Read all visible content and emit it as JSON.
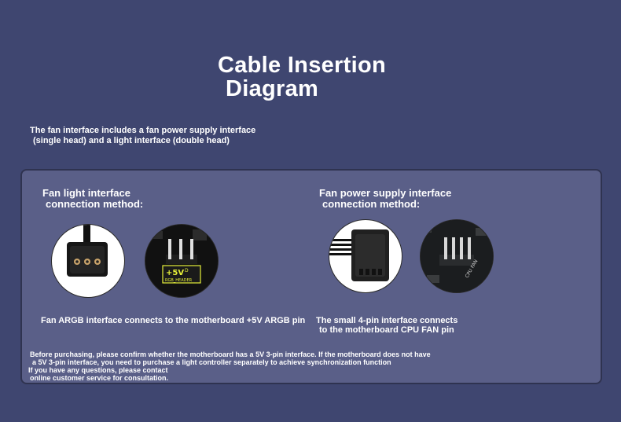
{
  "title": {
    "line1": "Cable Insertion",
    "line2": "Diagram"
  },
  "intro": {
    "line1": "The fan interface includes a fan power supply interface",
    "line2": "(single head) and a light interface (double head)"
  },
  "light": {
    "heading_line1": "Fan light interface",
    "heading_line2": "connection method:",
    "caption": "Fan ARGB interface connects to the motherboard +5V ARGB pin",
    "header_label_1": "+5V",
    "header_label_2": "D",
    "header_label_3": "RGB_HEADER",
    "accent_color": "#e6f03a"
  },
  "power": {
    "heading_line1": "Fan power supply interface",
    "heading_line2": "connection method:",
    "caption_line1": "The small 4-pin interface connects",
    "caption_line2": "to the motherboard CPU FAN pin",
    "header_label": "CPU FAN"
  },
  "notes": {
    "line1": "Before purchasing, please confirm whether the motherboard has a 5V 3-pin interface. If the motherboard does not have",
    "line2": "a 5V 3-pin interface, you need to purchase a light controller separately to achieve synchronization function",
    "line3": "If you have any questions, please contact",
    "line4": "online customer service for consultation."
  },
  "colors": {
    "background": "#3f4670",
    "panel": "#5a5f88",
    "text": "#ffffff"
  }
}
